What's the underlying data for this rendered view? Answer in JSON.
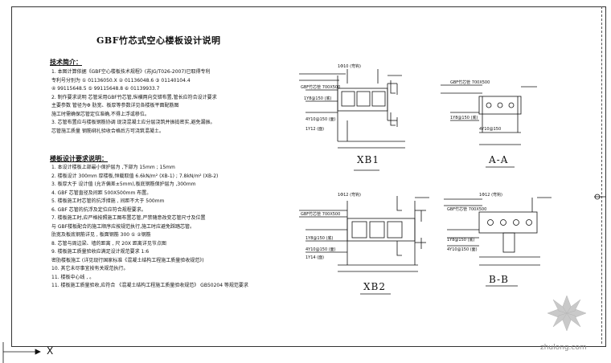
{
  "title": "GBF竹芯式空心楼板设计说明",
  "sections": {
    "tech": "技术简介：",
    "design": "楼板设计要求说明："
  },
  "tech_lines": [
    "1. 本图计算依据《GBF空心楼板技术规程》(苏JG/T026-2007)已取得专利",
    "   专利号分别为     ① 01136050.X    ② 01136048.6    ③ 01140104.4",
    "                   ④ 99115648.5    ⑤ 99115648.8    ⑥ 01139933.7",
    "2. 制作要求说明    芯管采用GBF竹芯管,纵横两向交错布置,管长应符合设计要求",
    "   主要参数 管径为Φ    肋宽、板厚等参数详见各楼板平面配筋图",
    "   施工时需确保芯管定位准确,不得上浮或移位。",
    "3. 芯管布置应与楼板钢筋协调 现浇混凝土应分层浇筑并振捣密实,避免漏振。",
    "   芯管施工质量    钢筋绑扎验收合格后方可浇筑混凝土。"
  ],
  "design_lines": [
    "1. 本设计楼板上部最小保护层为    ,下部为 15mm ;    15mm",
    "2. 楼板设计    300mm 厚楼板,恒载取值    6.6kN/m² (XB-1) ; 7.8kN/m² (XB-2)",
    "3. 板厚大于 设计值 (允许偏差±5mm),板底钢筋保护层为    ,300mm",
    "4. GBF 芯管直径及间距    500X500mm 布置。",
    "5. 楼板施工时芯管的抗浮措施    ,    间距不大于    500mm",
    "6. GBF 芯管的抗浮及定位应符合规程要求。",
    "7. 楼板施工时,应严格按照施工图布置芯管,严禁随意改变芯管尺寸及位置",
    "   与 GBF楼板配合的施工顺序应按规范执行,施工时应避免踩踏芯管。",
    "   肋宽及板底钢筋详见    ,    板面钢筋    300 ①    ②钢筋",
    "8. 芯管与周边梁、墙的距离    ,    尺 20X 距离详见节点图",
    "9. 楼板施工质量验收应满足设计规范要求    1:6",
    "   密肋楼板施工    (详见现行国家标准《混凝土结构工程施工质量验收规范》)",
    "10. 其它未尽事宜按有关规范执行。",
    "11. 楼板中心线    ,    。",
    "11. 楼板施工质量验收,应符合    《混凝土结构工程施工质量验收规范》    GB50204    等规范要求"
  ],
  "labels": {
    "xb1": "XB1",
    "aa": "A-A",
    "xb2": "XB2",
    "bb": "B-B",
    "axis_x": "X",
    "watermark": "zhulong.com"
  },
  "colors": {
    "line": "#111111",
    "border": "#333333",
    "watermark": "#8a8a8a"
  }
}
